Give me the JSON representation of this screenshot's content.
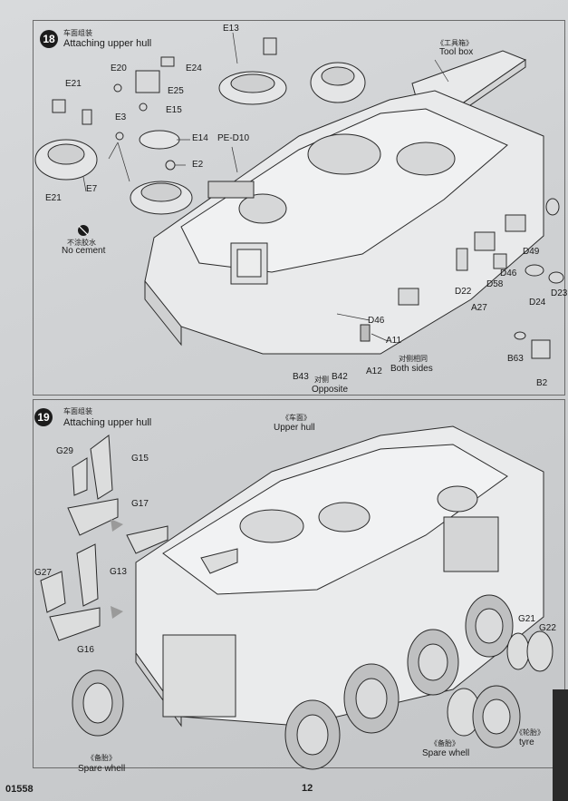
{
  "steps": [
    {
      "number": "18",
      "title_cn": "车面组装",
      "title_en": "Attaching upper hull"
    },
    {
      "number": "19",
      "title_cn": "车面组装",
      "title_en": "Attaching upper hull"
    }
  ],
  "step18": {
    "parts": {
      "e13": "E13",
      "e20": "E20",
      "e24": "E24",
      "e25": "E25",
      "e15": "E15",
      "e21a": "E21",
      "e3": "E3",
      "e14": "E14",
      "pe_d10": "PE-D10",
      "e2": "E2",
      "e21b": "E21",
      "e7": "E7",
      "d49": "D49",
      "d46a": "D46",
      "d22": "D22",
      "d58": "D58",
      "d24": "D24",
      "d23": "D23",
      "a27": "A27",
      "d46b": "D46",
      "a11": "A11",
      "a12": "A12",
      "b43": "B43",
      "b42": "B42",
      "b63": "B63",
      "b2": "B2"
    },
    "no_cement_cn": "不涂胶水",
    "no_cement_en": "No cement",
    "toolbox_cn": "《工具箱》",
    "toolbox_en": "Tool box",
    "opposite_cn": "对侧",
    "opposite_en": "Opposite",
    "both_sides_cn": "对侧相同",
    "both_sides_en": "Both sides"
  },
  "step19": {
    "parts": {
      "g29": "G29",
      "g15": "G15",
      "g17": "G17",
      "g27": "G27",
      "g13": "G13",
      "g16": "G16",
      "g21": "G21",
      "g22": "G22"
    },
    "upper_hull_cn": "《车面》",
    "upper_hull_en": "Upper hull",
    "spare_wheel_left_cn": "《备胎》",
    "spare_wheel_left_en": "Spare whell",
    "spare_wheel_right_cn": "《备胎》",
    "spare_wheel_right_en": "Spare whell",
    "tyre_cn": "《轮胎》",
    "tyre_en": "tyre"
  },
  "footer": {
    "product_code": "01558",
    "page_number": "12"
  }
}
